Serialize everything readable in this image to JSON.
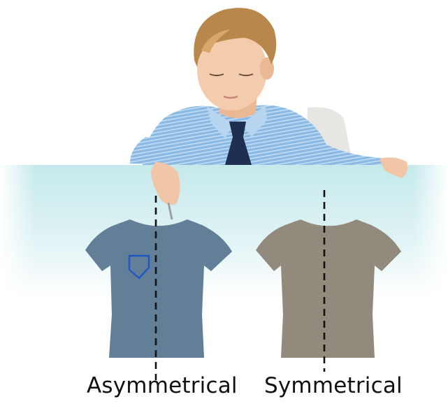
{
  "labels": {
    "left_shirt": "Asymmetrical",
    "right_shirt": "Symmetrical"
  },
  "colors": {
    "asymmetrical_shirt": "#637f98",
    "symmetrical_shirt": "#938a7e",
    "table_surface": "#c5e9ec",
    "pocket_outline": "#1f57c2",
    "symmetry_line": "#111111",
    "boy_shirt": "#8ab9e3",
    "boy_tie": "#1e2f52",
    "boy_hair": "#b9874c"
  },
  "icons": [
    "child-illustration",
    "pencil-icon",
    "pocket-icon"
  ]
}
